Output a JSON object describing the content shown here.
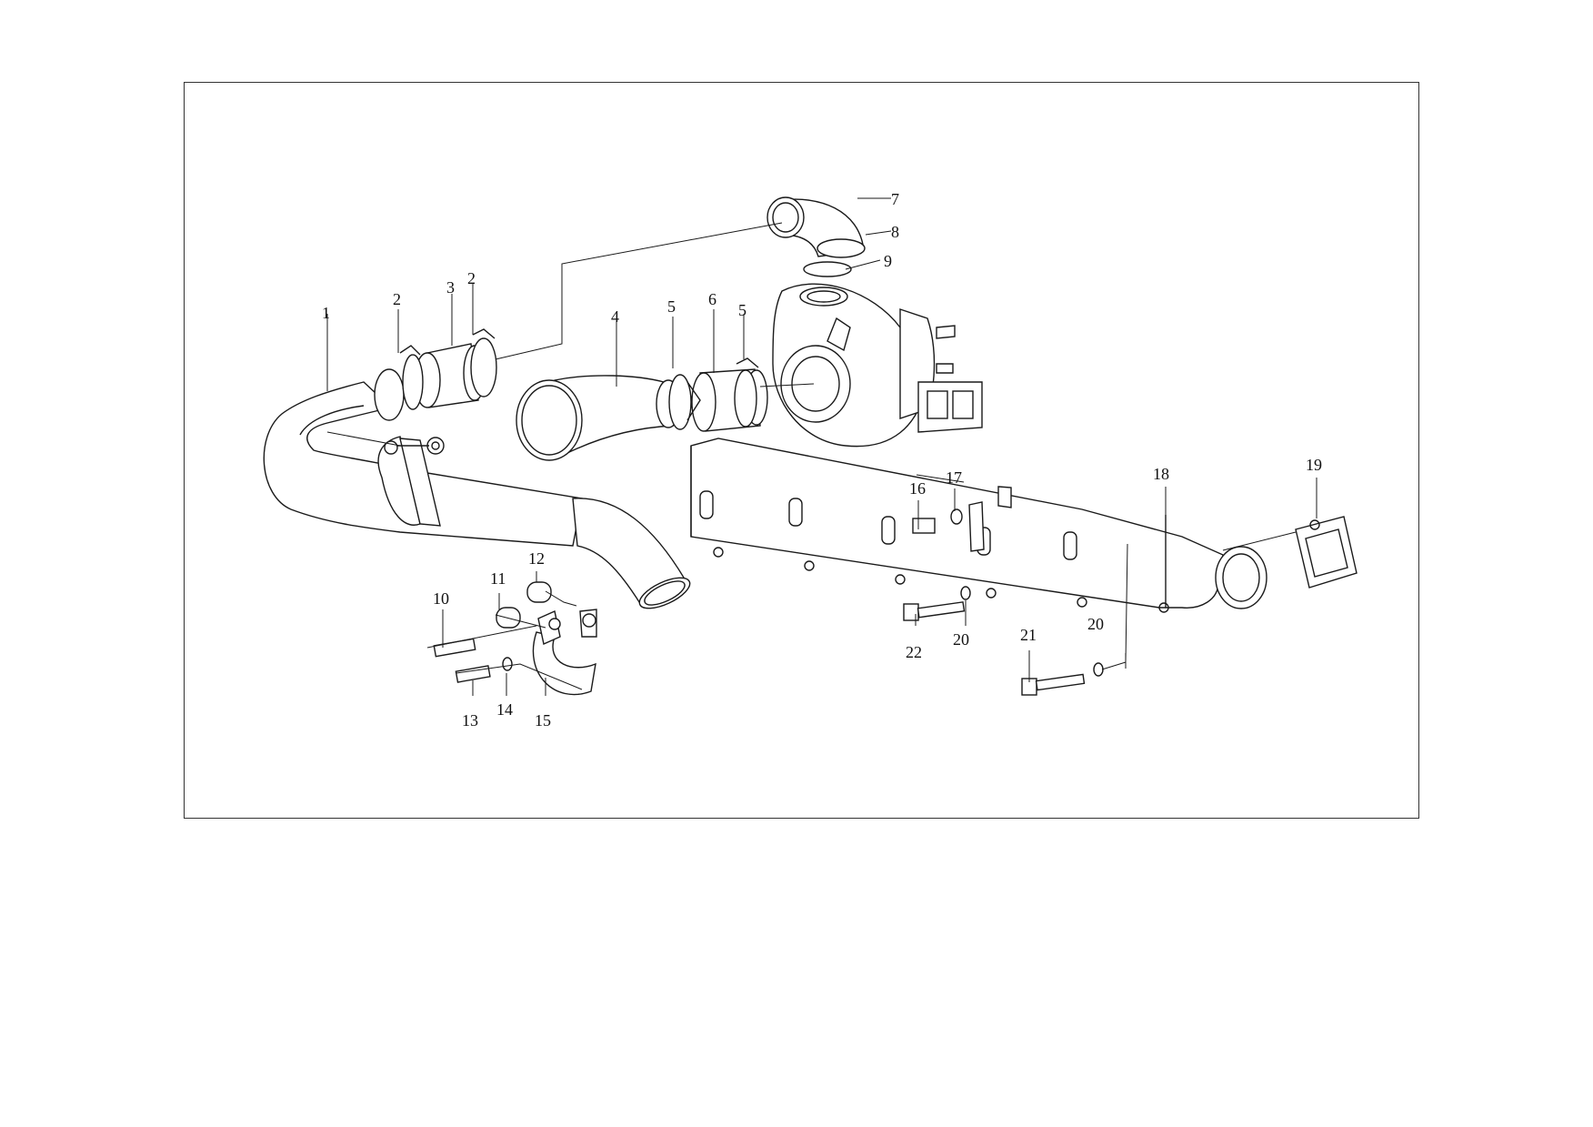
{
  "callouts": [
    "1",
    "2",
    "2",
    "3",
    "4",
    "5",
    "5",
    "6",
    "7",
    "8",
    "9",
    "10",
    "11",
    "12",
    "13",
    "14",
    "15",
    "16",
    "17",
    "18",
    "19",
    "20",
    "20",
    "21",
    "22"
  ]
}
